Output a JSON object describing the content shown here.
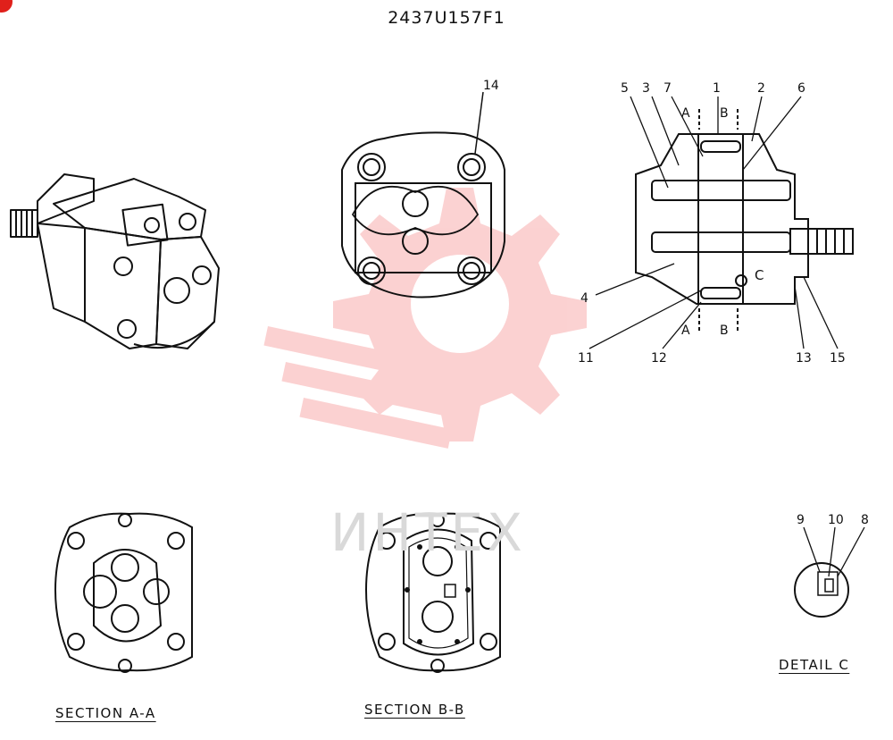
{
  "title": "2437U157F1",
  "watermark": {
    "text": "ИНТЕХ",
    "color": "#f04b4b"
  },
  "callouts": {
    "c1": "1",
    "c2": "2",
    "c3": "3",
    "c4": "4",
    "c5": "5",
    "c6": "6",
    "c7": "7",
    "c8": "8",
    "c9": "9",
    "c10": "10",
    "c11": "11",
    "c12": "12",
    "c13": "13",
    "c14": "14",
    "c15": "15"
  },
  "section_marks": {
    "a_top": "A",
    "b_top": "B",
    "a_bottom": "A",
    "b_bottom": "B",
    "c": "C"
  },
  "captions": {
    "section_aa": "SECTION A-A",
    "section_bb": "SECTION B-B",
    "detail_c": "DETAIL C"
  }
}
